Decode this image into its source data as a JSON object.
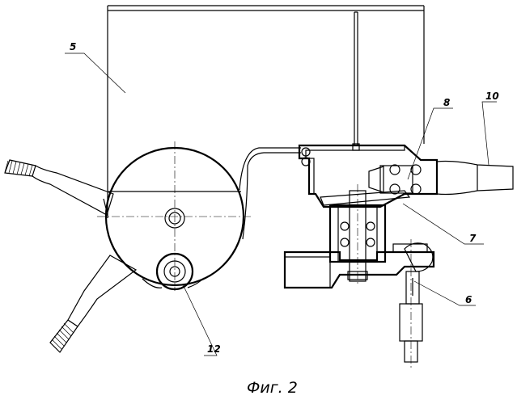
{
  "labels": {
    "l5": "5",
    "l8": "8",
    "l10": "10",
    "l7": "7",
    "l6": "6",
    "l12": "12"
  },
  "caption": "Фиг. 2"
}
